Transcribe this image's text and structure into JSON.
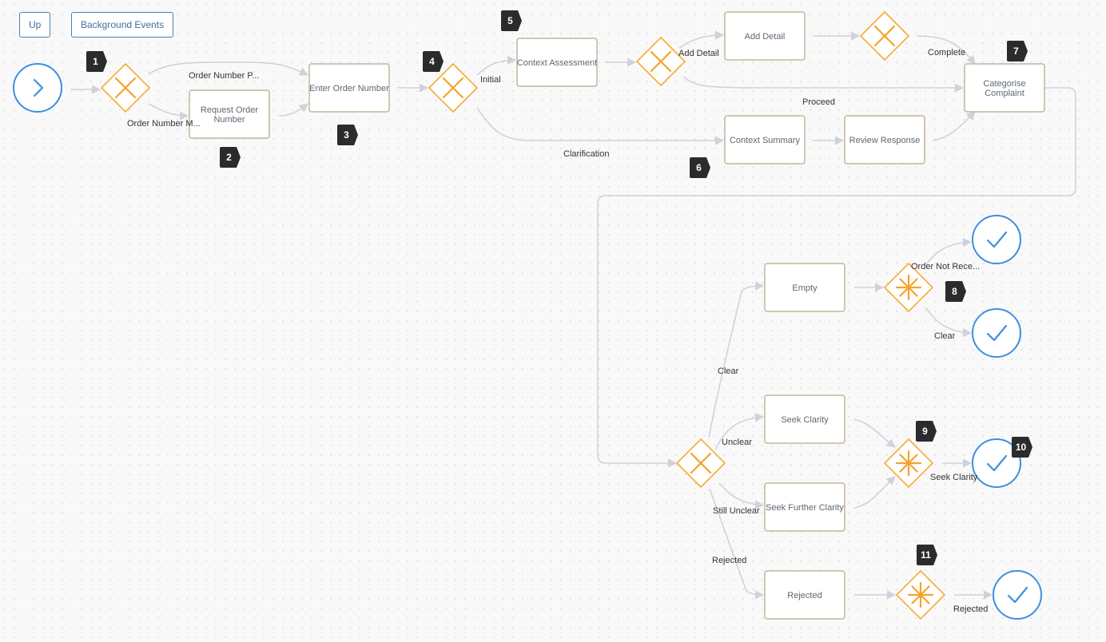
{
  "toolbar": {
    "up_label": "Up",
    "background_events_label": "Background Events"
  },
  "colors": {
    "gateway": "#f5a22b",
    "event": "#3d8fe0",
    "task_border": "#c3b59b",
    "edge": "#cfd2dc",
    "badge": "#2b2b2b"
  },
  "tasks": [
    {
      "id": "request-order-number",
      "label_lines": [
        "Request Order",
        "Number"
      ]
    },
    {
      "id": "enter-order-number",
      "label_lines": [
        "Enter Order Number"
      ]
    },
    {
      "id": "context-assessment",
      "label_lines": [
        "Context Assessment"
      ]
    },
    {
      "id": "add-detail",
      "label_lines": [
        "Add Detail"
      ]
    },
    {
      "id": "categorise-complaint",
      "label_lines": [
        "Categorise",
        "Complaint"
      ]
    },
    {
      "id": "context-summary",
      "label_lines": [
        "Context Summary"
      ]
    },
    {
      "id": "review-response",
      "label_lines": [
        "Review Response"
      ]
    },
    {
      "id": "empty",
      "label_lines": [
        "Empty"
      ]
    },
    {
      "id": "seek-clarity",
      "label_lines": [
        "Seek Clarity"
      ]
    },
    {
      "id": "seek-further-clarity",
      "label_lines": [
        "Seek Further Clarity"
      ]
    },
    {
      "id": "rejected",
      "label_lines": [
        "Rejected"
      ]
    }
  ],
  "gateways": [
    {
      "id": "gw-1",
      "type": "exclusive"
    },
    {
      "id": "gw-4",
      "type": "exclusive"
    },
    {
      "id": "gw-add-detail",
      "type": "exclusive"
    },
    {
      "id": "gw-complete",
      "type": "exclusive"
    },
    {
      "id": "gw-clarity-split",
      "type": "exclusive"
    },
    {
      "id": "gw-8",
      "type": "complex"
    },
    {
      "id": "gw-9",
      "type": "complex"
    },
    {
      "id": "gw-11",
      "type": "complex"
    }
  ],
  "events": [
    {
      "id": "start-event",
      "type": "start",
      "icon": "chevron-right-icon"
    },
    {
      "id": "end-order-not-received",
      "type": "end",
      "icon": "check-icon"
    },
    {
      "id": "end-clear",
      "type": "end",
      "icon": "check-icon"
    },
    {
      "id": "end-seek-clarity",
      "type": "end",
      "icon": "check-icon"
    },
    {
      "id": "end-rejected",
      "type": "end",
      "icon": "check-icon"
    }
  ],
  "edge_labels": [
    {
      "id": "order-number-provided",
      "text": "Order Number P..."
    },
    {
      "id": "order-number-missing",
      "text": "Order Number M..."
    },
    {
      "id": "initial",
      "text": "Initial"
    },
    {
      "id": "add-detail",
      "text": "Add Detail"
    },
    {
      "id": "complete",
      "text": "Complete"
    },
    {
      "id": "proceed",
      "text": "Proceed"
    },
    {
      "id": "clarification",
      "text": "Clarification"
    },
    {
      "id": "order-not-received",
      "text": "Order Not Rece..."
    },
    {
      "id": "clear-end",
      "text": "Clear"
    },
    {
      "id": "clear",
      "text": "Clear"
    },
    {
      "id": "unclear",
      "text": "Unclear"
    },
    {
      "id": "still-unclear",
      "text": "Still Unclear"
    },
    {
      "id": "rejected",
      "text": "Rejected"
    },
    {
      "id": "seek-clarity",
      "text": "Seek Clarity"
    },
    {
      "id": "rejected-end",
      "text": "Rejected"
    }
  ],
  "badges": [
    "1",
    "2",
    "3",
    "4",
    "5",
    "6",
    "7",
    "8",
    "9",
    "10",
    "11"
  ]
}
